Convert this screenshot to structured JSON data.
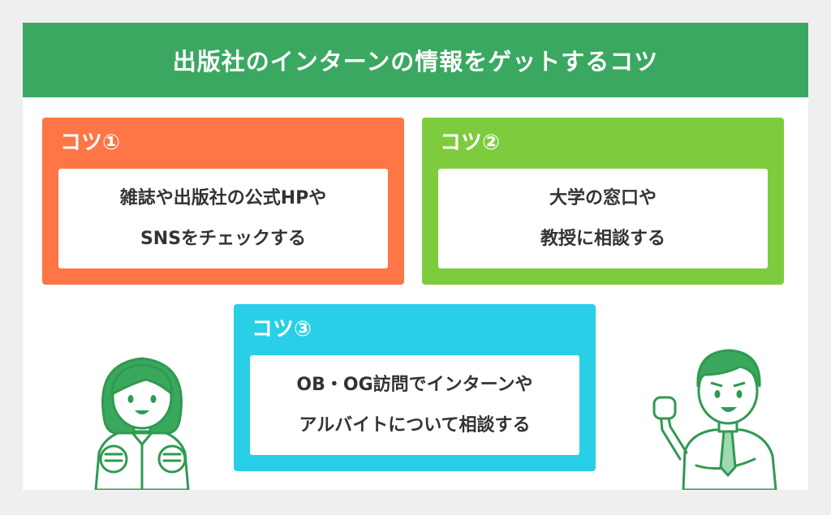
{
  "banner": {
    "title": "出版社のインターンの情報をゲットするコツ"
  },
  "tips": [
    {
      "label": "コツ①",
      "lines": [
        "雑誌や出版社の公式HPや",
        "SNSをチェックする"
      ]
    },
    {
      "label": "コツ②",
      "lines": [
        "大学の窓口や",
        "教授に相談する"
      ]
    },
    {
      "label": "コツ③",
      "lines": [
        "OB・OG訪問でインターンや",
        "アルバイトについて相談する"
      ]
    }
  ],
  "colors": {
    "banner": "#3ba862",
    "tip1": "#fe7646",
    "tip2": "#7ecc3e",
    "tip3": "#29cfe6",
    "character_outline": "#2f9a52",
    "character_hair": "#39a85c"
  },
  "illustrations": [
    "girl-cheering-icon",
    "boy-fist-pump-icon"
  ]
}
